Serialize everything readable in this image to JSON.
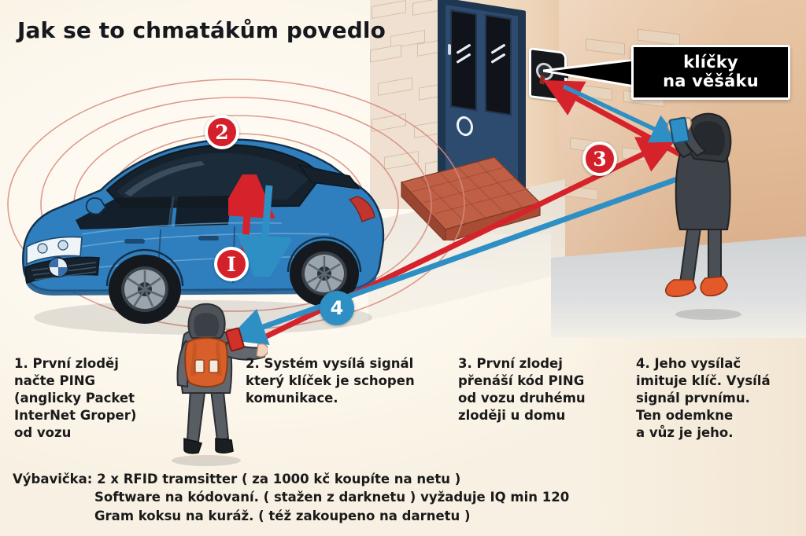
{
  "title": "Jak se to chmatákům povedlo",
  "colors": {
    "background": "#fdfaf3",
    "badge_red": "#d4202a",
    "badge_blue": "#2e8fc4",
    "arrow_red": "#d6232b",
    "arrow_blue": "#2e8fc4",
    "car_blue": "#2f7fbe",
    "door_blue": "#2c4b6e",
    "brick_red": "#bb5b40",
    "wall_tan": "#e3bd9a",
    "backpack_orange": "#d95f2a",
    "shoe_orange": "#e4592a",
    "callout_bg": "#000000",
    "callout_text": "#ffffff"
  },
  "callout": {
    "name": "klicky-na-vesaku",
    "line1": "klíčky",
    "line2": "na věšáku"
  },
  "badges": [
    {
      "id": "1",
      "label": "I",
      "color": "red"
    },
    {
      "id": "2",
      "label": "2",
      "color": "red"
    },
    {
      "id": "3",
      "label": "3",
      "color": "red"
    },
    {
      "id": "4",
      "label": "4",
      "color": "blue"
    }
  ],
  "captions": [
    {
      "number": "1",
      "text": "1. První zloděj\nnačte PING\n(anglicky Packet\nInterNet Groper)\nod vozu"
    },
    {
      "number": "2",
      "text": "2. Systém vysílá signál\nkterý klíček je schopen\nkomunikace."
    },
    {
      "number": "3",
      "text": "3. První zlodej\npřenáší kód PING\nod vozu druhému\nzloději u domu"
    },
    {
      "number": "4",
      "text": "4. Jeho vysílač\nimituje klíč. Vysílá\nsignál prvnímu.\nTen odemkne\na vůz je jeho."
    }
  ],
  "footer": {
    "line1": "Výbavička: 2 x RFID tramsitter ( za 1000 kč koupíte na netu )",
    "line2": "Software na kódovaní. ( stažen z darknetu ) vyžaduje IQ min 120",
    "line3": "Gram koksu na kuráž. ( též zakoupeno na darnetu )"
  },
  "scene": {
    "car_label": "blue-sports-car",
    "thief1_label": "thief-with-backpack-at-car",
    "thief2_label": "thief-with-transmitter-at-house",
    "door_label": "house-front-door",
    "key_hook_label": "key-hook-with-car-keys",
    "step_label": "brick-doorstep"
  }
}
